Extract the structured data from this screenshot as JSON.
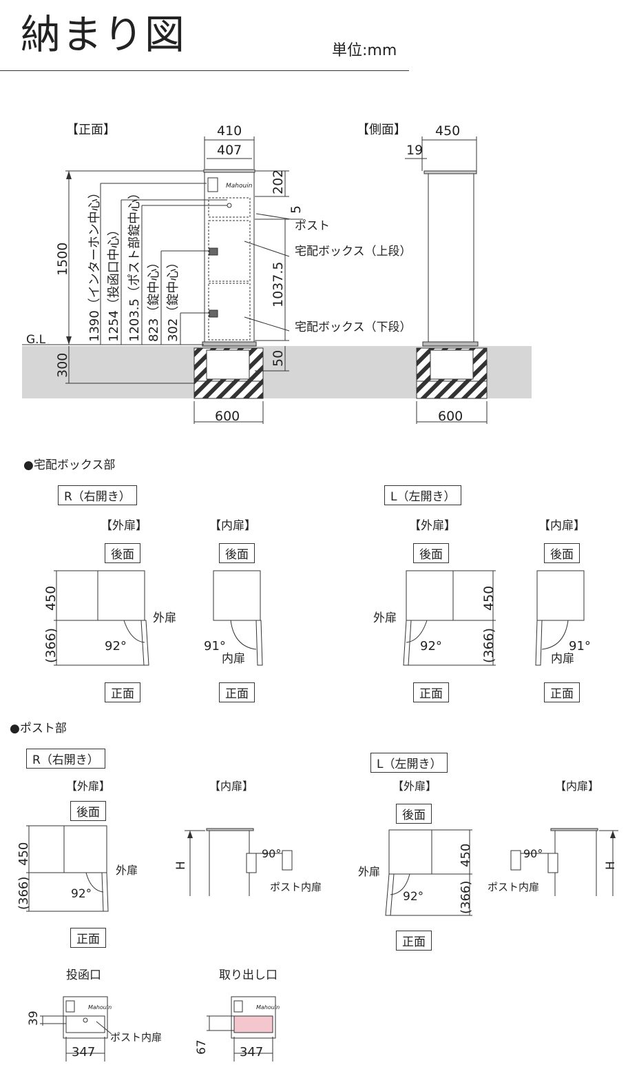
{
  "header": {
    "title": "納まり図",
    "unit": "単位:mm"
  },
  "elevation": {
    "front_label": "【正面】",
    "side_label": "【側面】",
    "dims": {
      "w410": "410",
      "w407": "407",
      "h202": "202",
      "h5": "5",
      "h1037": "1037.5",
      "h50": "50",
      "h1500": "1500",
      "h1390": "1390（インターホン中心）",
      "h1254": "1254（投函口中心）",
      "h1203": "1203.5（ポスト部錠中心）",
      "h823": "823（錠中心）",
      "h302": "302（錠中心）",
      "h300": "300",
      "base600": "600",
      "side450": "450",
      "side19": "19",
      "side600": "600"
    },
    "callouts": {
      "post": "ポスト",
      "upper": "宅配ボックス（上段）",
      "lower": "宅配ボックス（下段）",
      "gl": "G.L",
      "logo": "Mahouin"
    }
  },
  "delivery": {
    "heading": "●宅配ボックス部",
    "r_label": "R（右開き）",
    "l_label": "L（左開き）",
    "outer": "【外扉】",
    "inner": "【内扉】",
    "back": "後面",
    "front": "正面",
    "d450": "450",
    "d366": "(366)",
    "a92": "92°",
    "a91": "91°",
    "outer_door": "外扉",
    "inner_door": "内扉"
  },
  "post": {
    "heading": "●ポスト部",
    "r_label": "R（右開き）",
    "l_label": "L（左開き）",
    "outer": "【外扉】",
    "inner": "【内扉】",
    "back": "後面",
    "front": "正面",
    "d450": "450",
    "d366": "(366)",
    "a92": "92°",
    "a90": "90°",
    "h": "H",
    "outer_door": "外扉",
    "post_inner": "ポスト内扉"
  },
  "openings": {
    "slot_title": "投函口",
    "take_title": "取り出し口",
    "d39": "39",
    "d67": "67",
    "d347": "347",
    "post_inner": "ポスト内扉"
  }
}
